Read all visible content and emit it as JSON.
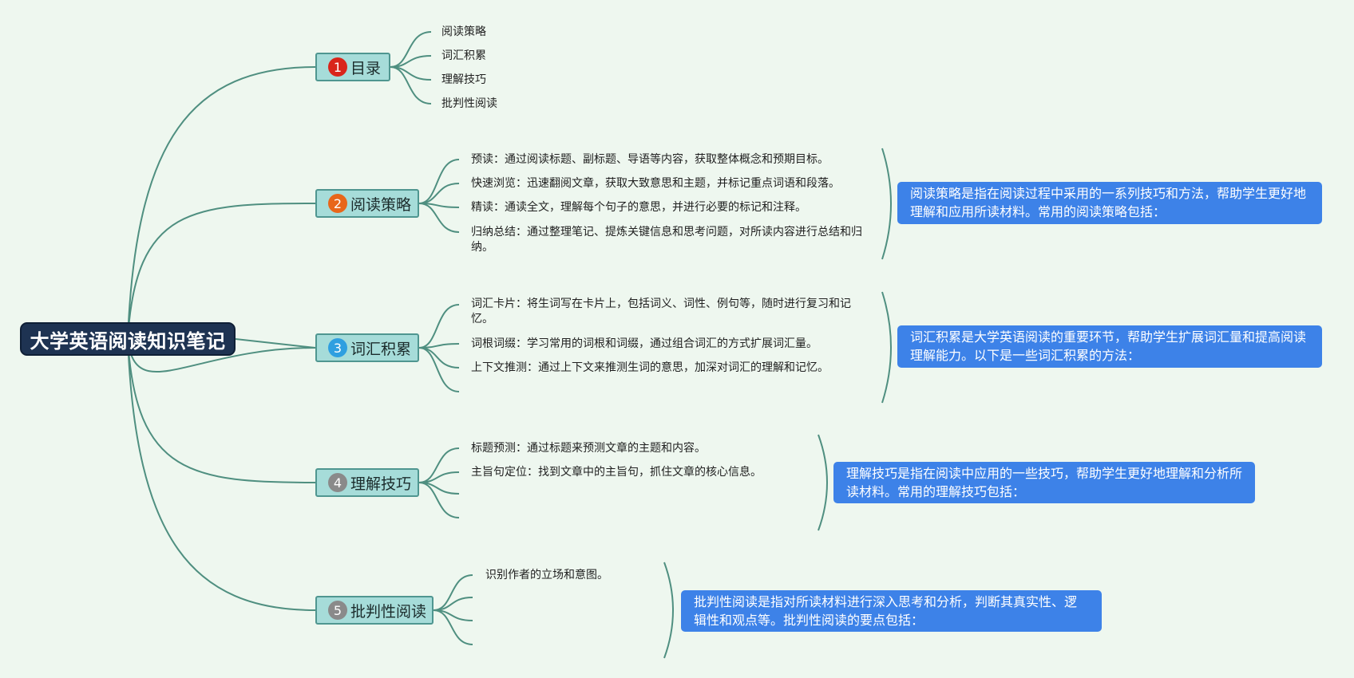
{
  "colors": {
    "background": "#eef7ef",
    "root_fill": "#1e3352",
    "topic_fill": "#a6dcd9",
    "topic_border": "#4f9690",
    "connector": "#4f8f80",
    "note_fill": "#3d82e8",
    "badges": [
      "#d9241a",
      "#e8661a",
      "#2f9fe0",
      "#8a8a8a",
      "#8a8a8a"
    ]
  },
  "root": {
    "label": "大学英语阅读知识笔记"
  },
  "topics": [
    {
      "num": "1",
      "label": "目录",
      "leaves": [
        "阅读策略",
        "词汇积累",
        "理解技巧",
        "批判性阅读"
      ],
      "note": ""
    },
    {
      "num": "2",
      "label": "阅读策略",
      "leaves": [
        "预读：通过阅读标题、副标题、导语等内容，获取整体概念和预期目标。",
        "快速浏览：迅速翻阅文章，获取大致意思和主题，并标记重点词语和段落。",
        "精读：通读全文，理解每个句子的意思，并进行必要的标记和注释。",
        "归纳总结：通过整理笔记、提炼关键信息和思考问题，对所读内容进行总结和归纳。"
      ],
      "note": "阅读策略是指在阅读过程中采用的一系列技巧和方法，帮助学生更好地理解和应用所读材料。常用的阅读策略包括："
    },
    {
      "num": "3",
      "label": "词汇积累",
      "leaves": [
        "词汇卡片：将生词写在卡片上，包括词义、词性、例句等，随时进行复习和记忆。",
        "词根词缀：学习常用的词根和词缀，通过组合词汇的方式扩展词汇量。",
        "上下文推测：通过上下文来推测生词的意思，加深对词汇的理解和记忆。",
        ""
      ],
      "note": "词汇积累是大学英语阅读的重要环节，帮助学生扩展词汇量和提高阅读理解能力。以下是一些词汇积累的方法："
    },
    {
      "num": "4",
      "label": "理解技巧",
      "leaves": [
        "标题预测：通过标题来预测文章的主题和内容。",
        "主旨句定位：找到文章中的主旨句，抓住文章的核心信息。",
        "",
        ""
      ],
      "note": "理解技巧是指在阅读中应用的一些技巧，帮助学生更好地理解和分析所读材料。常用的理解技巧包括："
    },
    {
      "num": "5",
      "label": "批判性阅读",
      "leaves": [
        "识别作者的立场和意图。",
        "",
        "",
        ""
      ],
      "note": "批判性阅读是指对所读材料进行深入思考和分析，判断其真实性、逻辑性和观点等。批判性阅读的要点包括："
    }
  ]
}
